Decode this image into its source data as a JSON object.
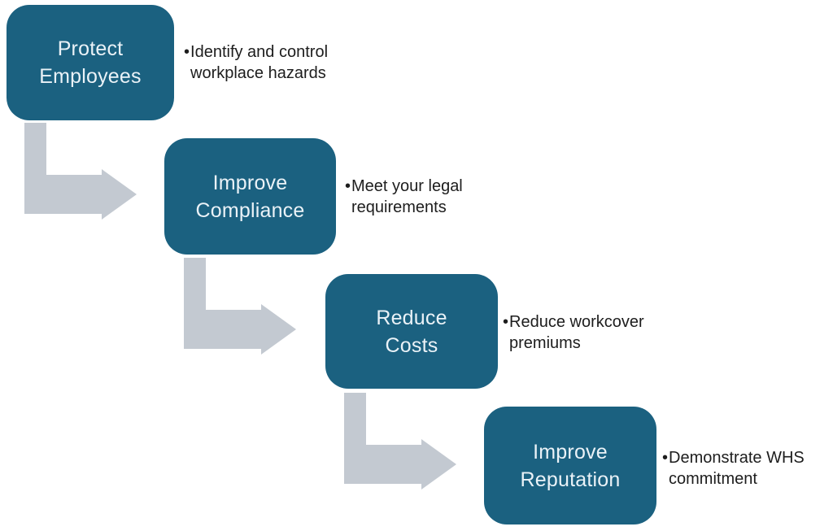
{
  "colors": {
    "box_fill": "#1B6180",
    "box_text": "#EAF2F7",
    "arrow_fill": "#C3C9D1",
    "bullet_text": "#1D1D1D",
    "background": "#FFFFFF"
  },
  "diagram": {
    "type": "stepped-process-flow",
    "bullet_char": "•",
    "steps": [
      {
        "title_lines": [
          "Protect",
          "Employees"
        ],
        "bullet_lines": [
          "Identify and control",
          "workplace hazards"
        ]
      },
      {
        "title_lines": [
          "Improve",
          "Compliance"
        ],
        "bullet_lines": [
          "Meet your legal",
          "requirements"
        ]
      },
      {
        "title_lines": [
          "Reduce",
          "Costs"
        ],
        "bullet_lines": [
          "Reduce workcover",
          "premiums"
        ]
      },
      {
        "title_lines": [
          "Improve",
          "Reputation"
        ],
        "bullet_lines": [
          "Demonstrate WHS",
          "commitment"
        ]
      }
    ]
  }
}
